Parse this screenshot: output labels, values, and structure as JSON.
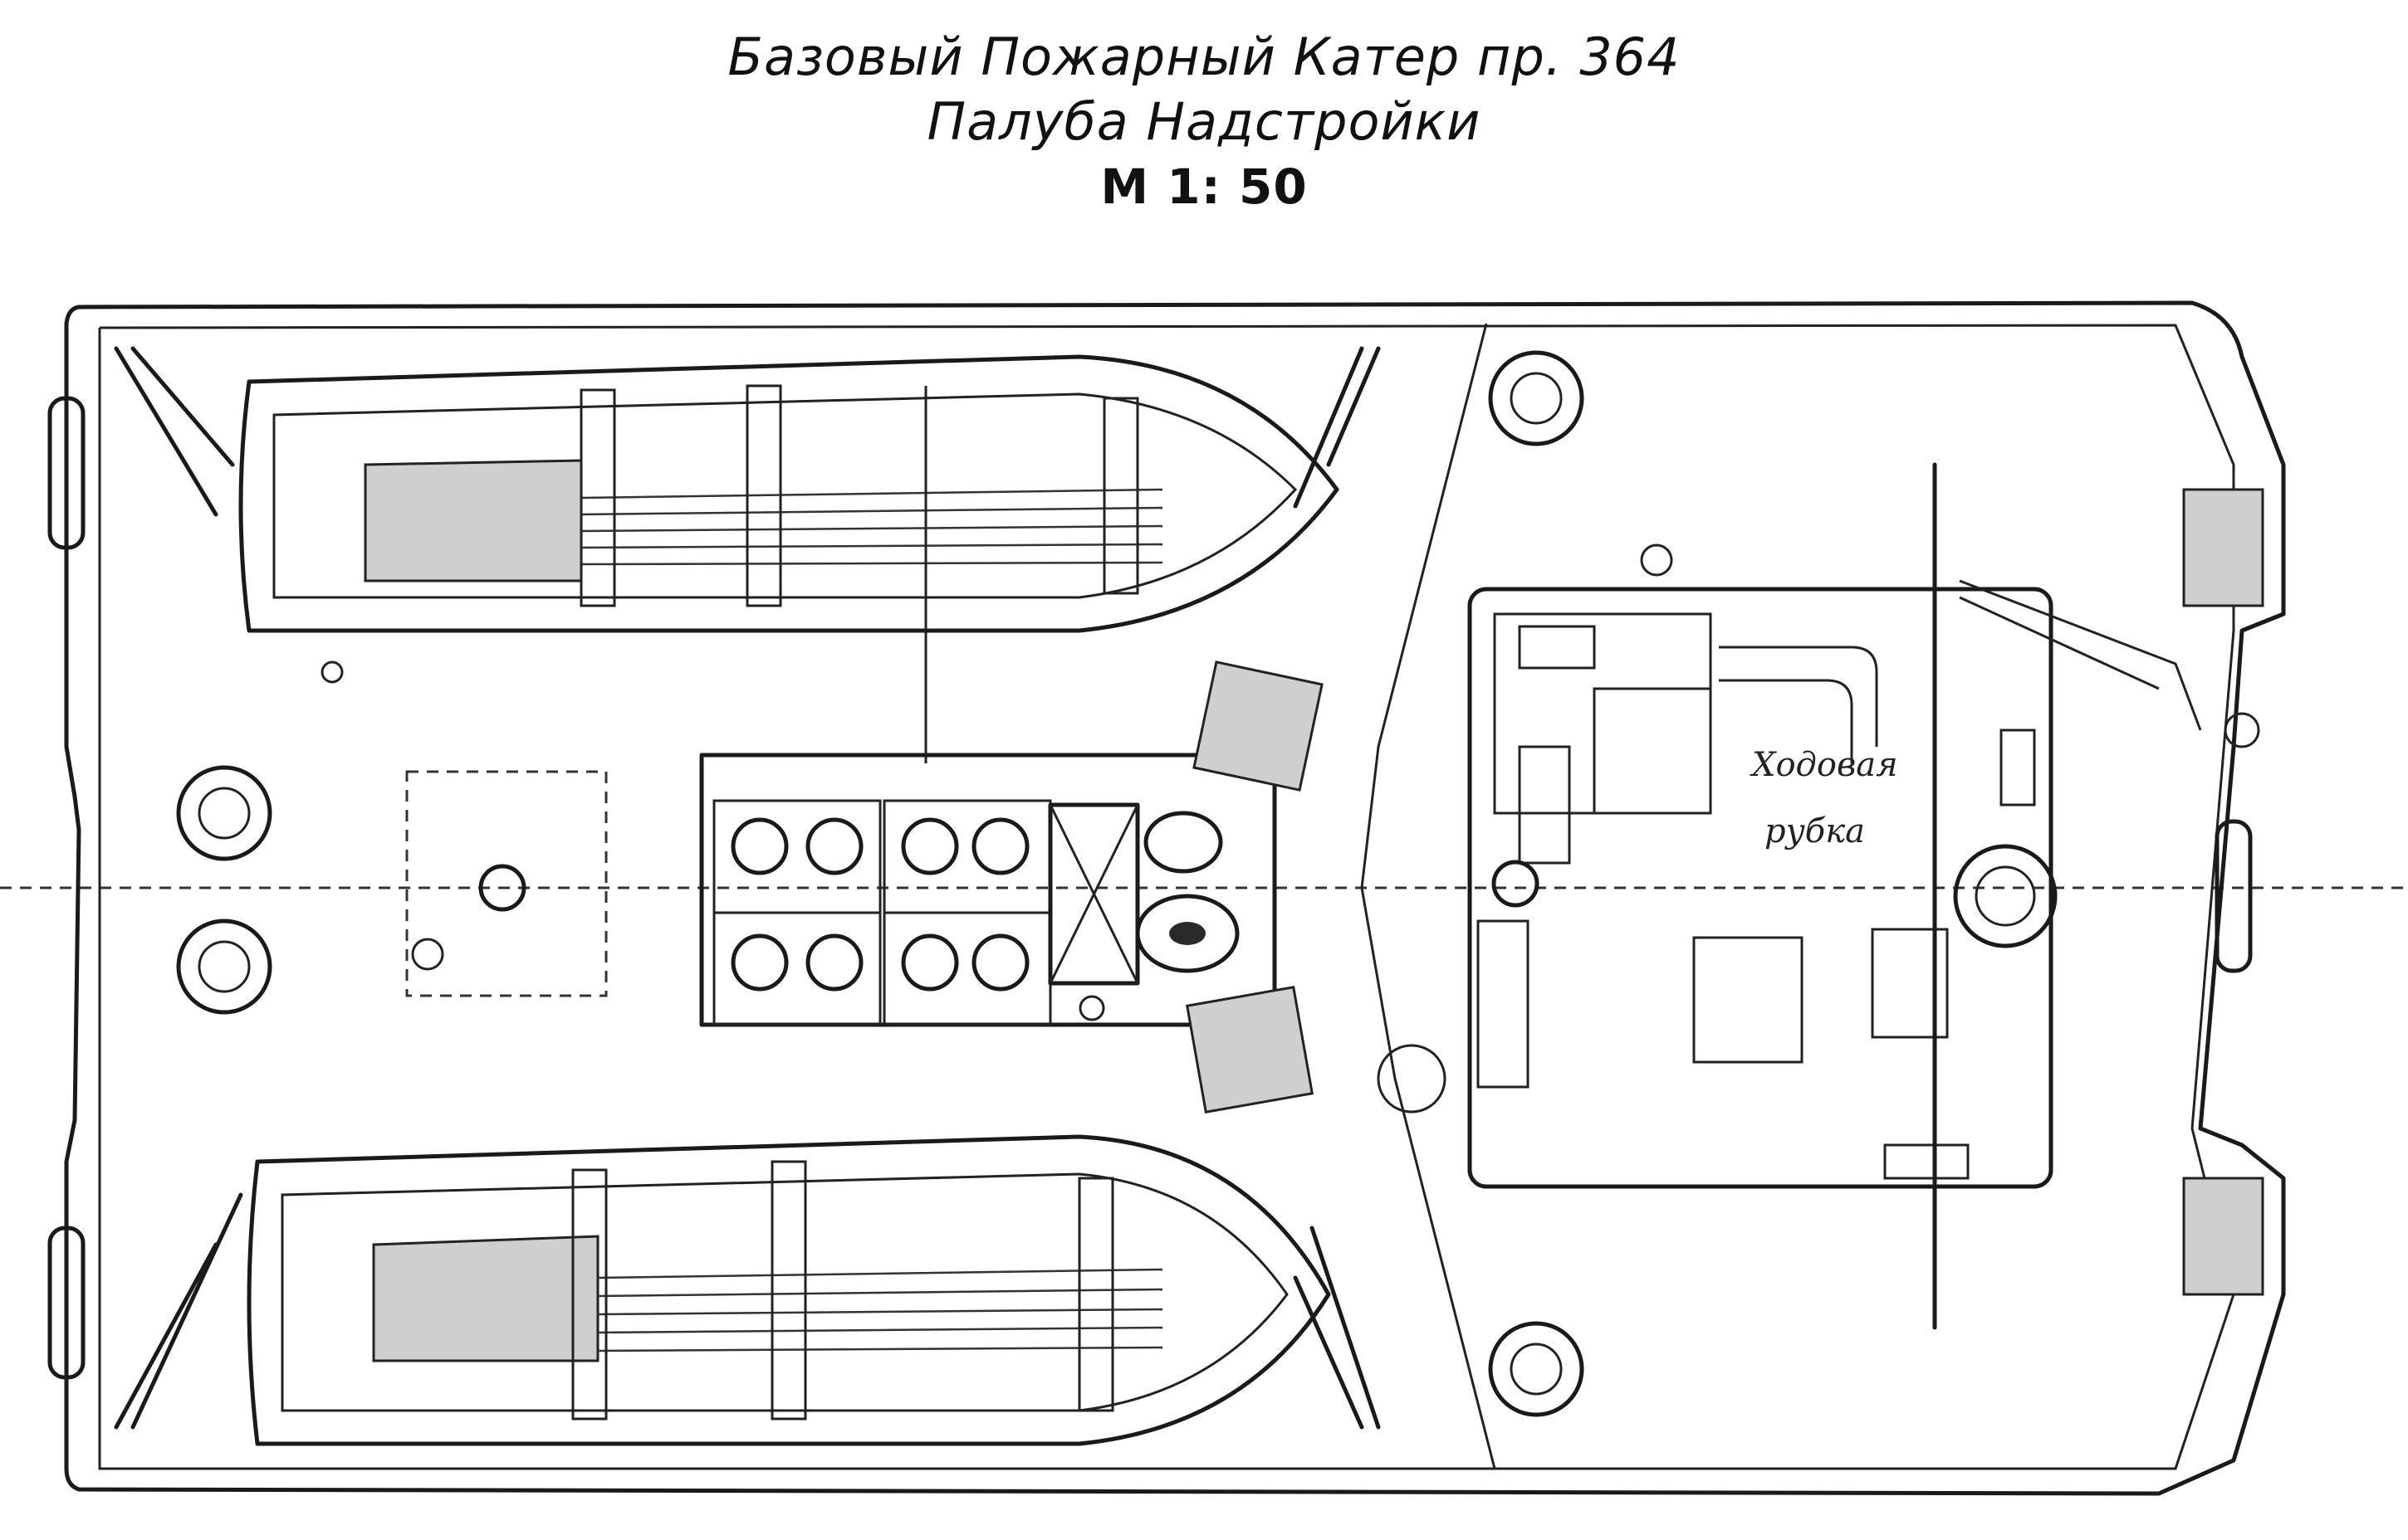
{
  "title": {
    "line1": "Базовый Пожарный Катер пр. 364",
    "line2": "Палуба Надстройки",
    "line3": "М 1: 50"
  },
  "labels": {
    "wheelhouse_1": "Ходовая",
    "wheelhouse_2": "рубка"
  },
  "colors": {
    "ink": "#1a1a1a",
    "paper": "#ffffff"
  }
}
